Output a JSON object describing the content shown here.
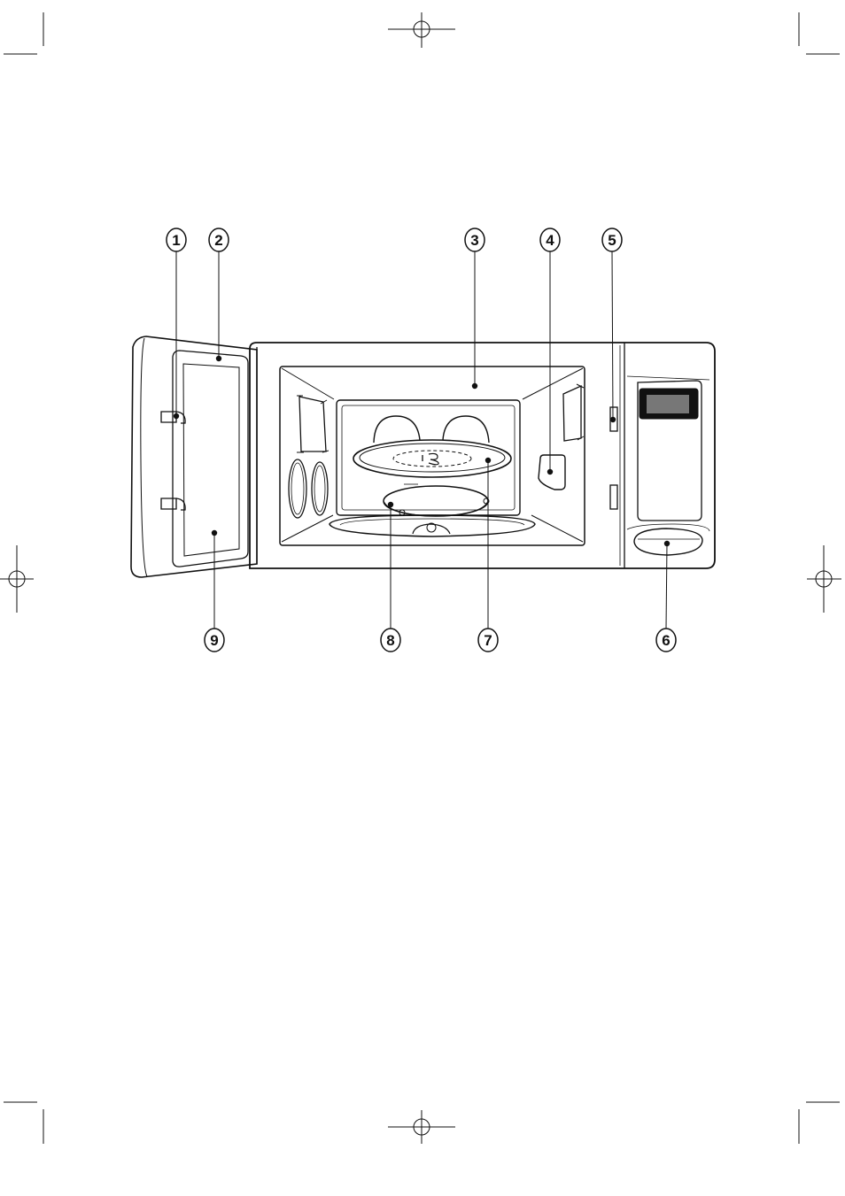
{
  "colors": {
    "line": "#111111",
    "background": "#ffffff",
    "display_fill": "#777777"
  },
  "callouts": [
    {
      "id": "callout-1",
      "label": "1",
      "part": "door-latch-hooks"
    },
    {
      "id": "callout-2",
      "label": "2",
      "part": "door-frame"
    },
    {
      "id": "callout-3",
      "label": "3",
      "part": "oven-cavity-ceiling"
    },
    {
      "id": "callout-4",
      "label": "4",
      "part": "cavity-cover-plate"
    },
    {
      "id": "callout-5",
      "label": "5",
      "part": "door-interlock-slots"
    },
    {
      "id": "callout-6",
      "label": "6",
      "part": "door-release-button"
    },
    {
      "id": "callout-7",
      "label": "7",
      "part": "turntable-tray"
    },
    {
      "id": "callout-8",
      "label": "8",
      "part": "roller-ring"
    },
    {
      "id": "callout-9",
      "label": "9",
      "part": "door-window"
    }
  ]
}
